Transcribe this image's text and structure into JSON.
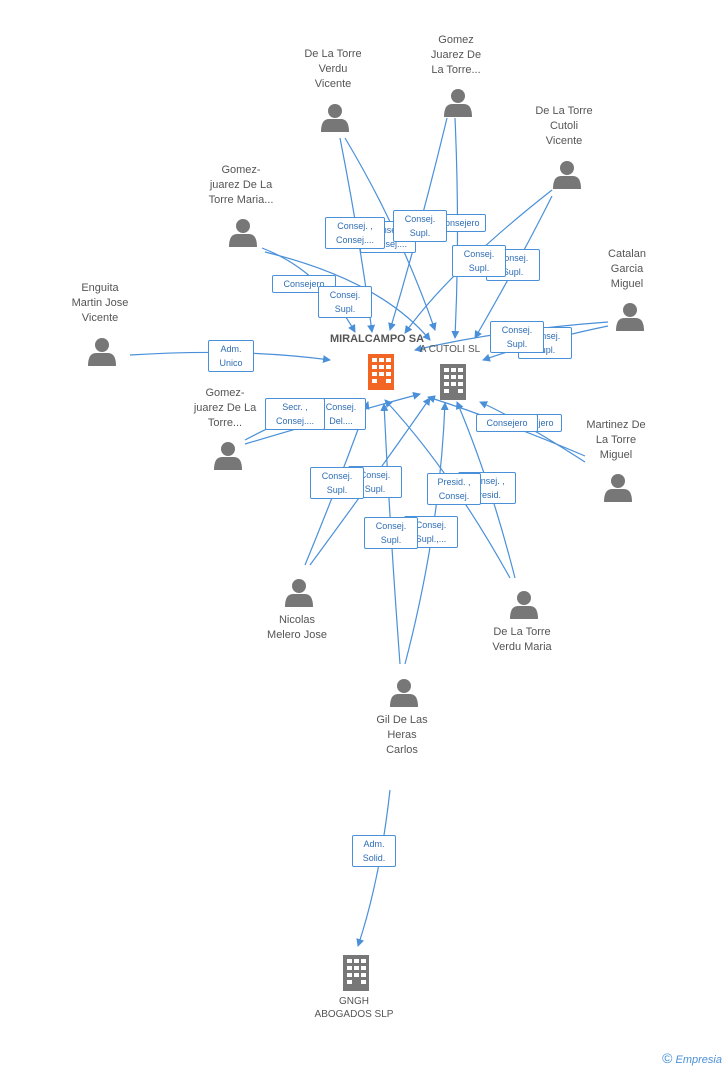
{
  "companies": {
    "miralcampo": {
      "name": "MIRALCAMPO SA",
      "color": "#f26522"
    },
    "cutoli": {
      "name": "A CUTOLI SL",
      "color": "#777777"
    },
    "gngh": {
      "name": "GNGH\nABOGADOS  SLP",
      "color": "#777777"
    }
  },
  "people": {
    "p1": "De La Torre\nVerdu\nVicente",
    "p2": "Gomez\nJuarez De\nLa Torre...",
    "p3": "De La Torre\nCutoli\nVicente",
    "p4": "Gomez-\njuarez De La\nTorre Maria...",
    "p5": "Catalan\nGarcia\nMiguel",
    "p6": "Enguita\nMartin Jose\nVicente",
    "p7": "Gomez-\njuarez De La\nTorre...",
    "p8": "Martinez De\nLa Torre\nMiguel",
    "p9": "Nicolas\nMelero Jose",
    "p10": "De La Torre\nVerdu Maria",
    "p11": "Gil De Las\nHeras\nCarlos"
  },
  "relations": {
    "r1": "Consej. ,\nConsej....",
    "r2": "Consej.\nSupl.",
    "r3": "Consejero",
    "r4": "Consej.\nSupl.",
    "r5": "Consej.\nSupl.",
    "r6": "Consejero",
    "r7": "Consej.\nSupl.",
    "r8": "Consej.\nSupl.",
    "r9": "Adm.\nUnico",
    "r10": "Secr. ,\nConsej....",
    "r11": "Consej.\nDel....",
    "r12": "Consejero",
    "r13": "Consej.\nSupl.",
    "r14": "Consej.\nSupl.",
    "r15": "Presid. ,\nConsej.",
    "r16": "Consej. ,\nPresid.",
    "r17": "Consej.\nSupl.,...",
    "r18": "Consej. ,\nConsej....",
    "r19": "Adm.\nSolid.",
    "r20": "Consejero",
    "r21": "Consej.\nSupl.",
    "r22": "Consej.\nSupl."
  },
  "footer": {
    "brand": "Empresia",
    "copyright": "©"
  },
  "colors": {
    "edge": "#4a90d9",
    "person": "#777777"
  }
}
